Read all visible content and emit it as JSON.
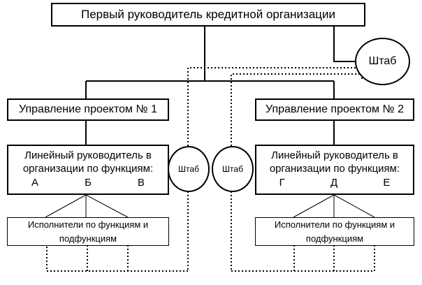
{
  "top": {
    "title": "Первый руководитель кредитной организации"
  },
  "staff_main": {
    "label": "Штаб"
  },
  "left": {
    "project": "Управление проектом № 1",
    "linear_line1": "Линейный руководитель в",
    "linear_line2": "организации по функциям:",
    "functions": [
      "А",
      "Б",
      "В"
    ],
    "exec_line1": "Исполнители по функциям и",
    "exec_line2": "подфункциям",
    "staff": "Штаб"
  },
  "right": {
    "project": "Управление проектом № 2",
    "linear_line1": "Линейный руководитель в",
    "linear_line2": "организации по функциям:",
    "functions": [
      "Г",
      "Д",
      "Е"
    ],
    "exec_line1": "Исполнители по функциям и",
    "exec_line2": "подфункциям",
    "staff": "Штаб"
  }
}
